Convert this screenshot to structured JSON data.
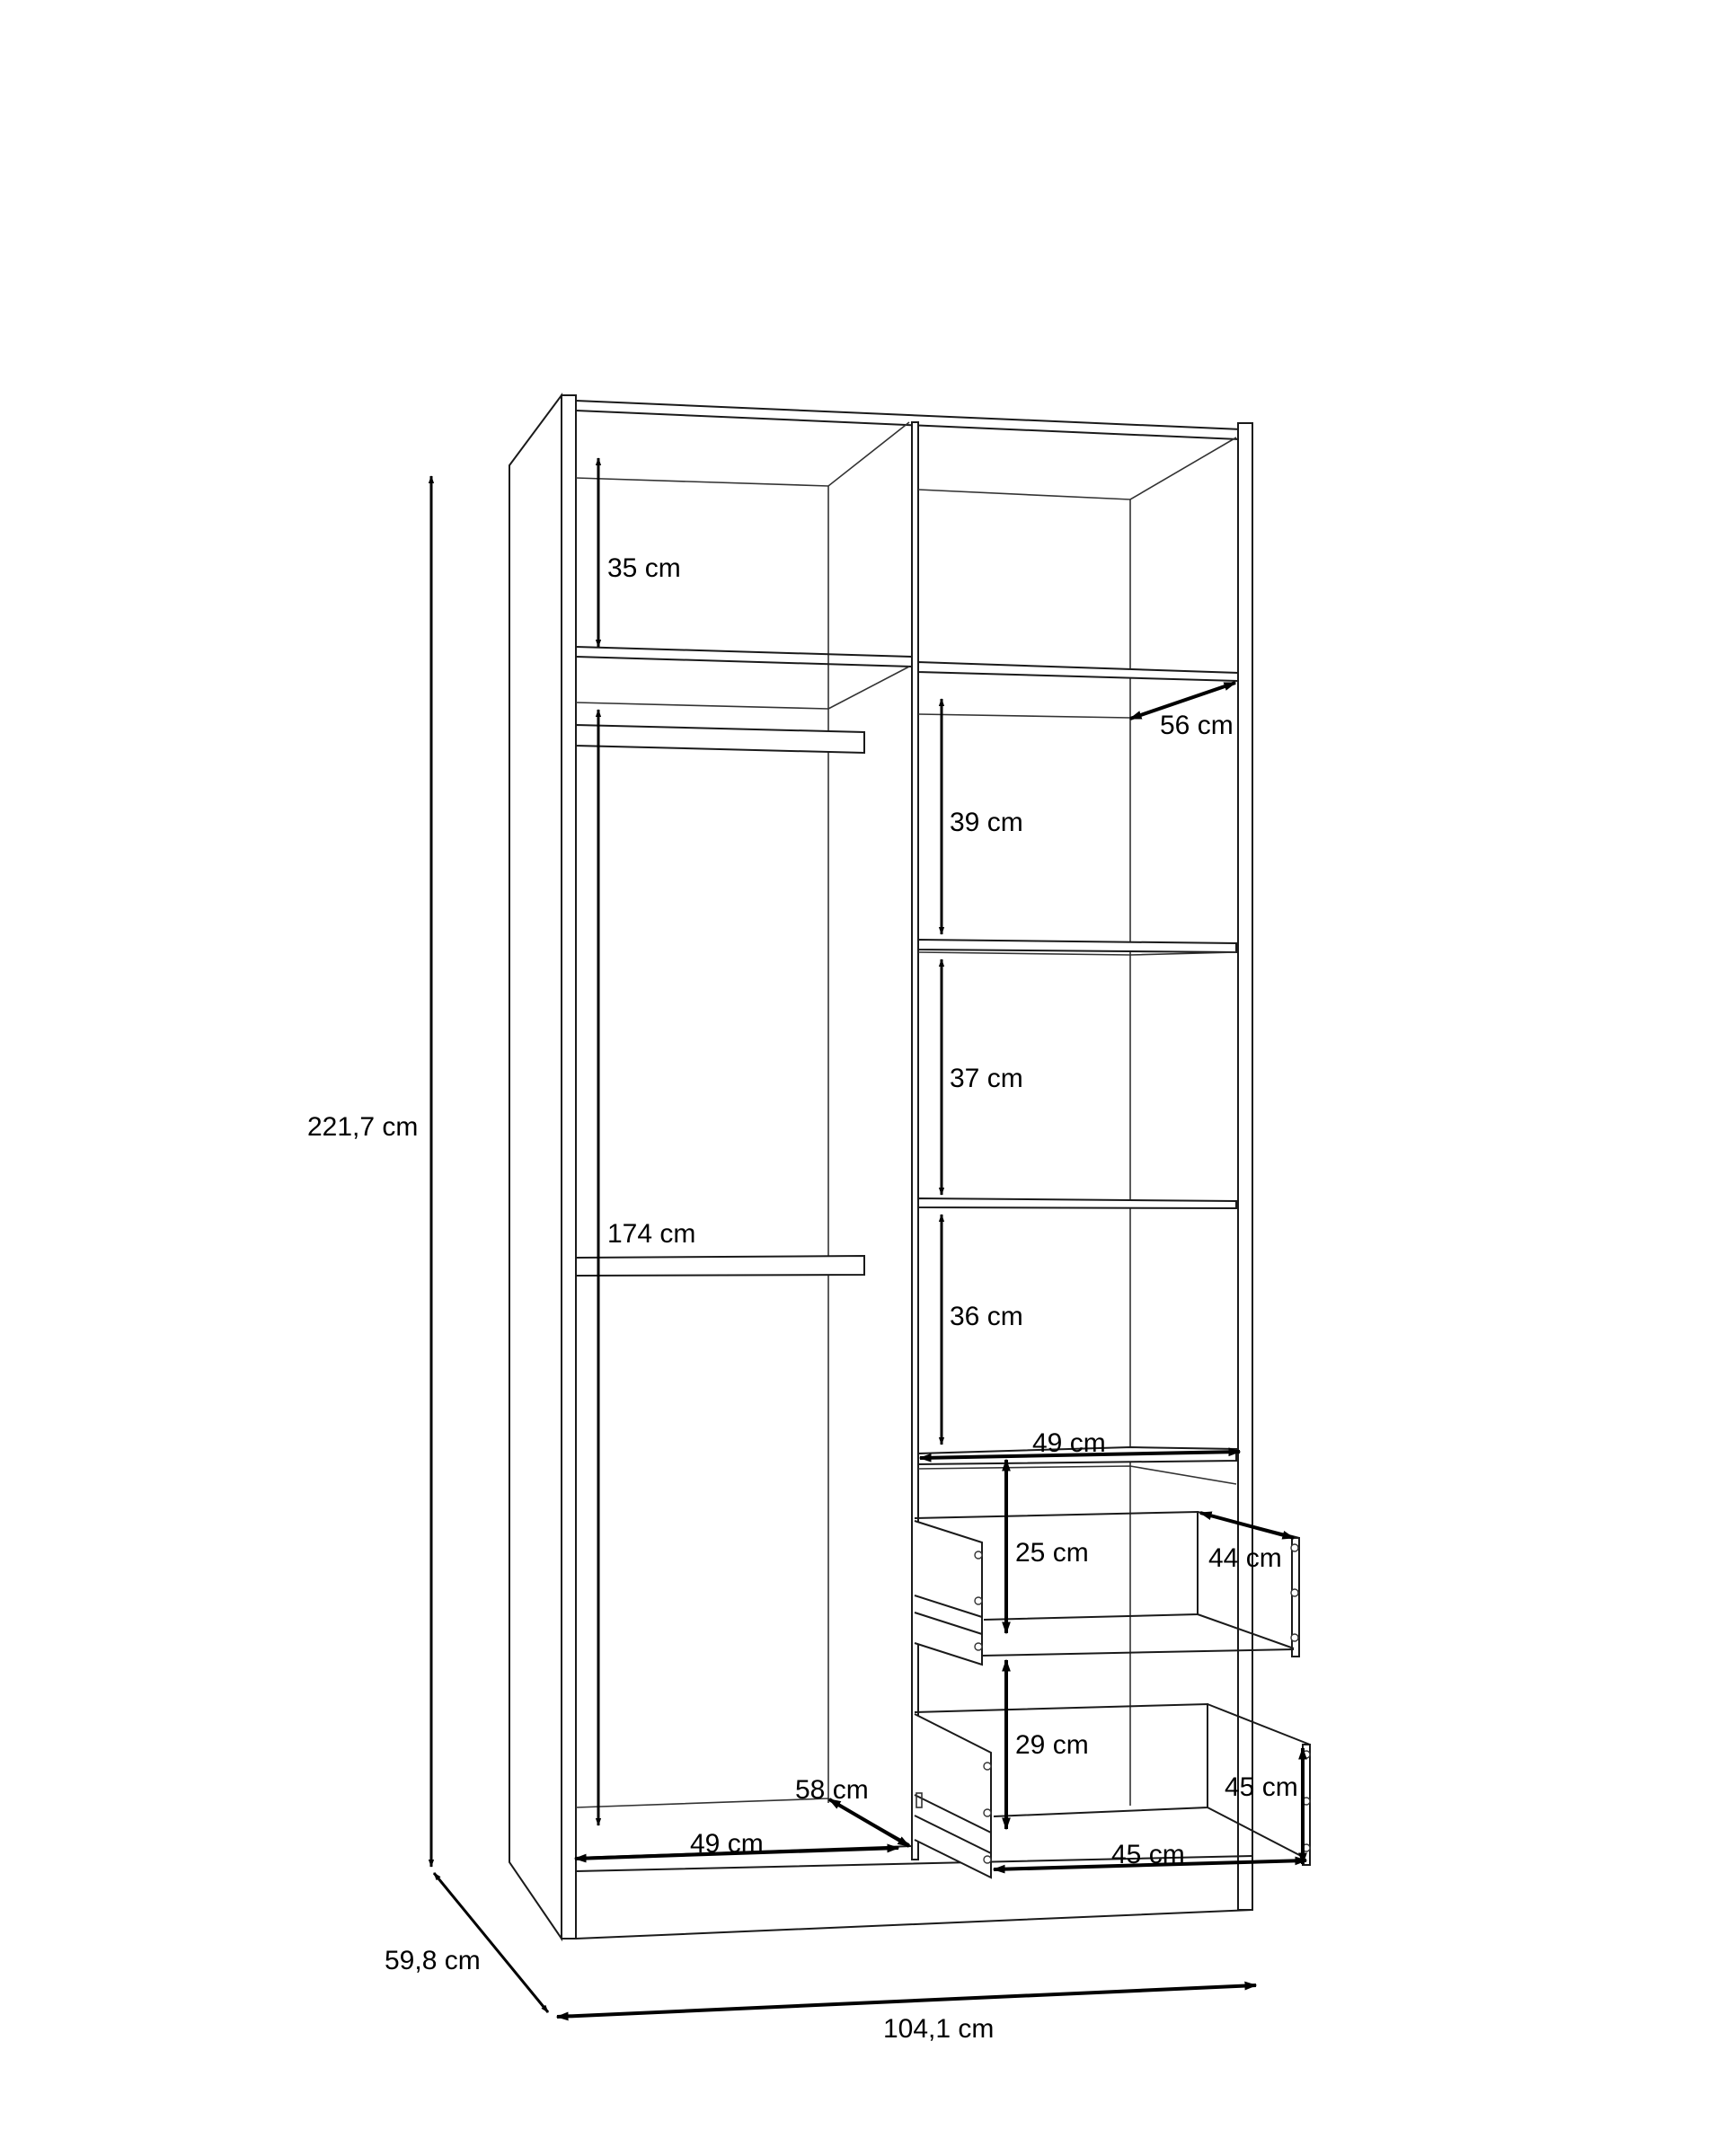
{
  "diagram": {
    "subject": "Two-door wardrobe with hanging section, shelves and two drawers",
    "colors": {
      "line": "#1a1a1a",
      "arrow": "#000000",
      "background": "#ffffff"
    },
    "overall": {
      "height_label": "221,7 cm",
      "width_label": "104,1 cm",
      "depth_label": "59,8 cm"
    },
    "left_compartment": {
      "top_shelf_clearance_label": "35 cm",
      "hanging_height_label": "174 cm",
      "interior_width_label": "49 cm",
      "interior_depth_label": "58 cm"
    },
    "right_compartment": {
      "shelf_depth_label": "56 cm",
      "shelf_gaps": [
        {
          "label": "39 cm"
        },
        {
          "label": "37 cm"
        },
        {
          "label": "36 cm"
        }
      ],
      "shelf_width_label": "49 cm"
    },
    "drawers": [
      {
        "position": "upper",
        "height_label": "25 cm",
        "depth_label": "44 cm"
      },
      {
        "position": "lower",
        "height_label": "29 cm",
        "inner_height_label": "45 cm",
        "width_label": "45 cm"
      }
    ]
  }
}
